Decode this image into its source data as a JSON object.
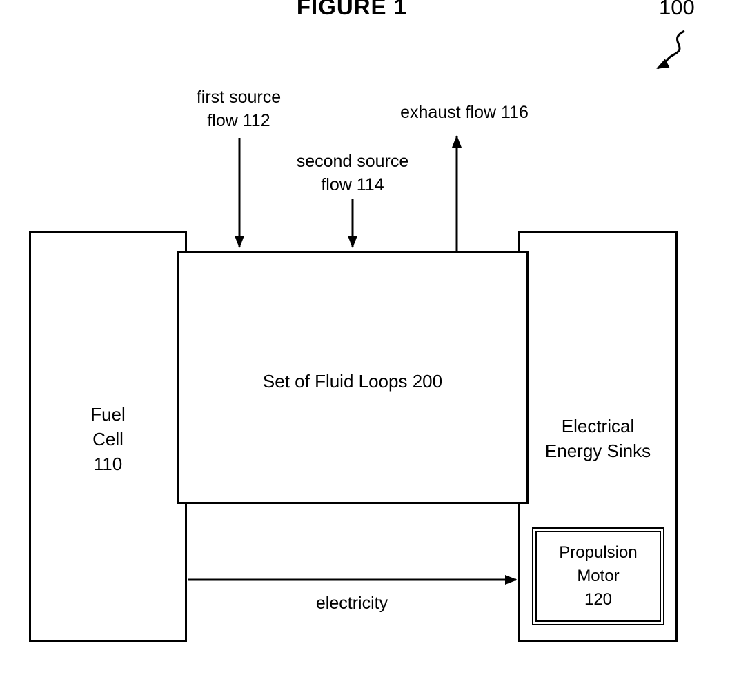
{
  "figure": {
    "title": "FIGURE 1",
    "reference": "100"
  },
  "boxes": {
    "fuel_cell": {
      "label_lines": [
        "Fuel",
        "Cell",
        "110"
      ]
    },
    "fluid_loops": {
      "label": "Set of Fluid Loops 200"
    },
    "electrical_sinks": {
      "label_lines": [
        "Electrical",
        "Energy Sinks"
      ]
    },
    "propulsion_motor": {
      "label_lines": [
        "Propulsion",
        "Motor",
        "120"
      ]
    }
  },
  "flows": {
    "first_source": {
      "label_lines": [
        "first source",
        "flow 112"
      ]
    },
    "second_source": {
      "label_lines": [
        "second source",
        "flow 114"
      ]
    },
    "exhaust": {
      "label": "exhaust flow 116"
    },
    "electricity": {
      "label": "electricity"
    }
  },
  "colors": {
    "line": "#000000",
    "background": "#ffffff"
  }
}
